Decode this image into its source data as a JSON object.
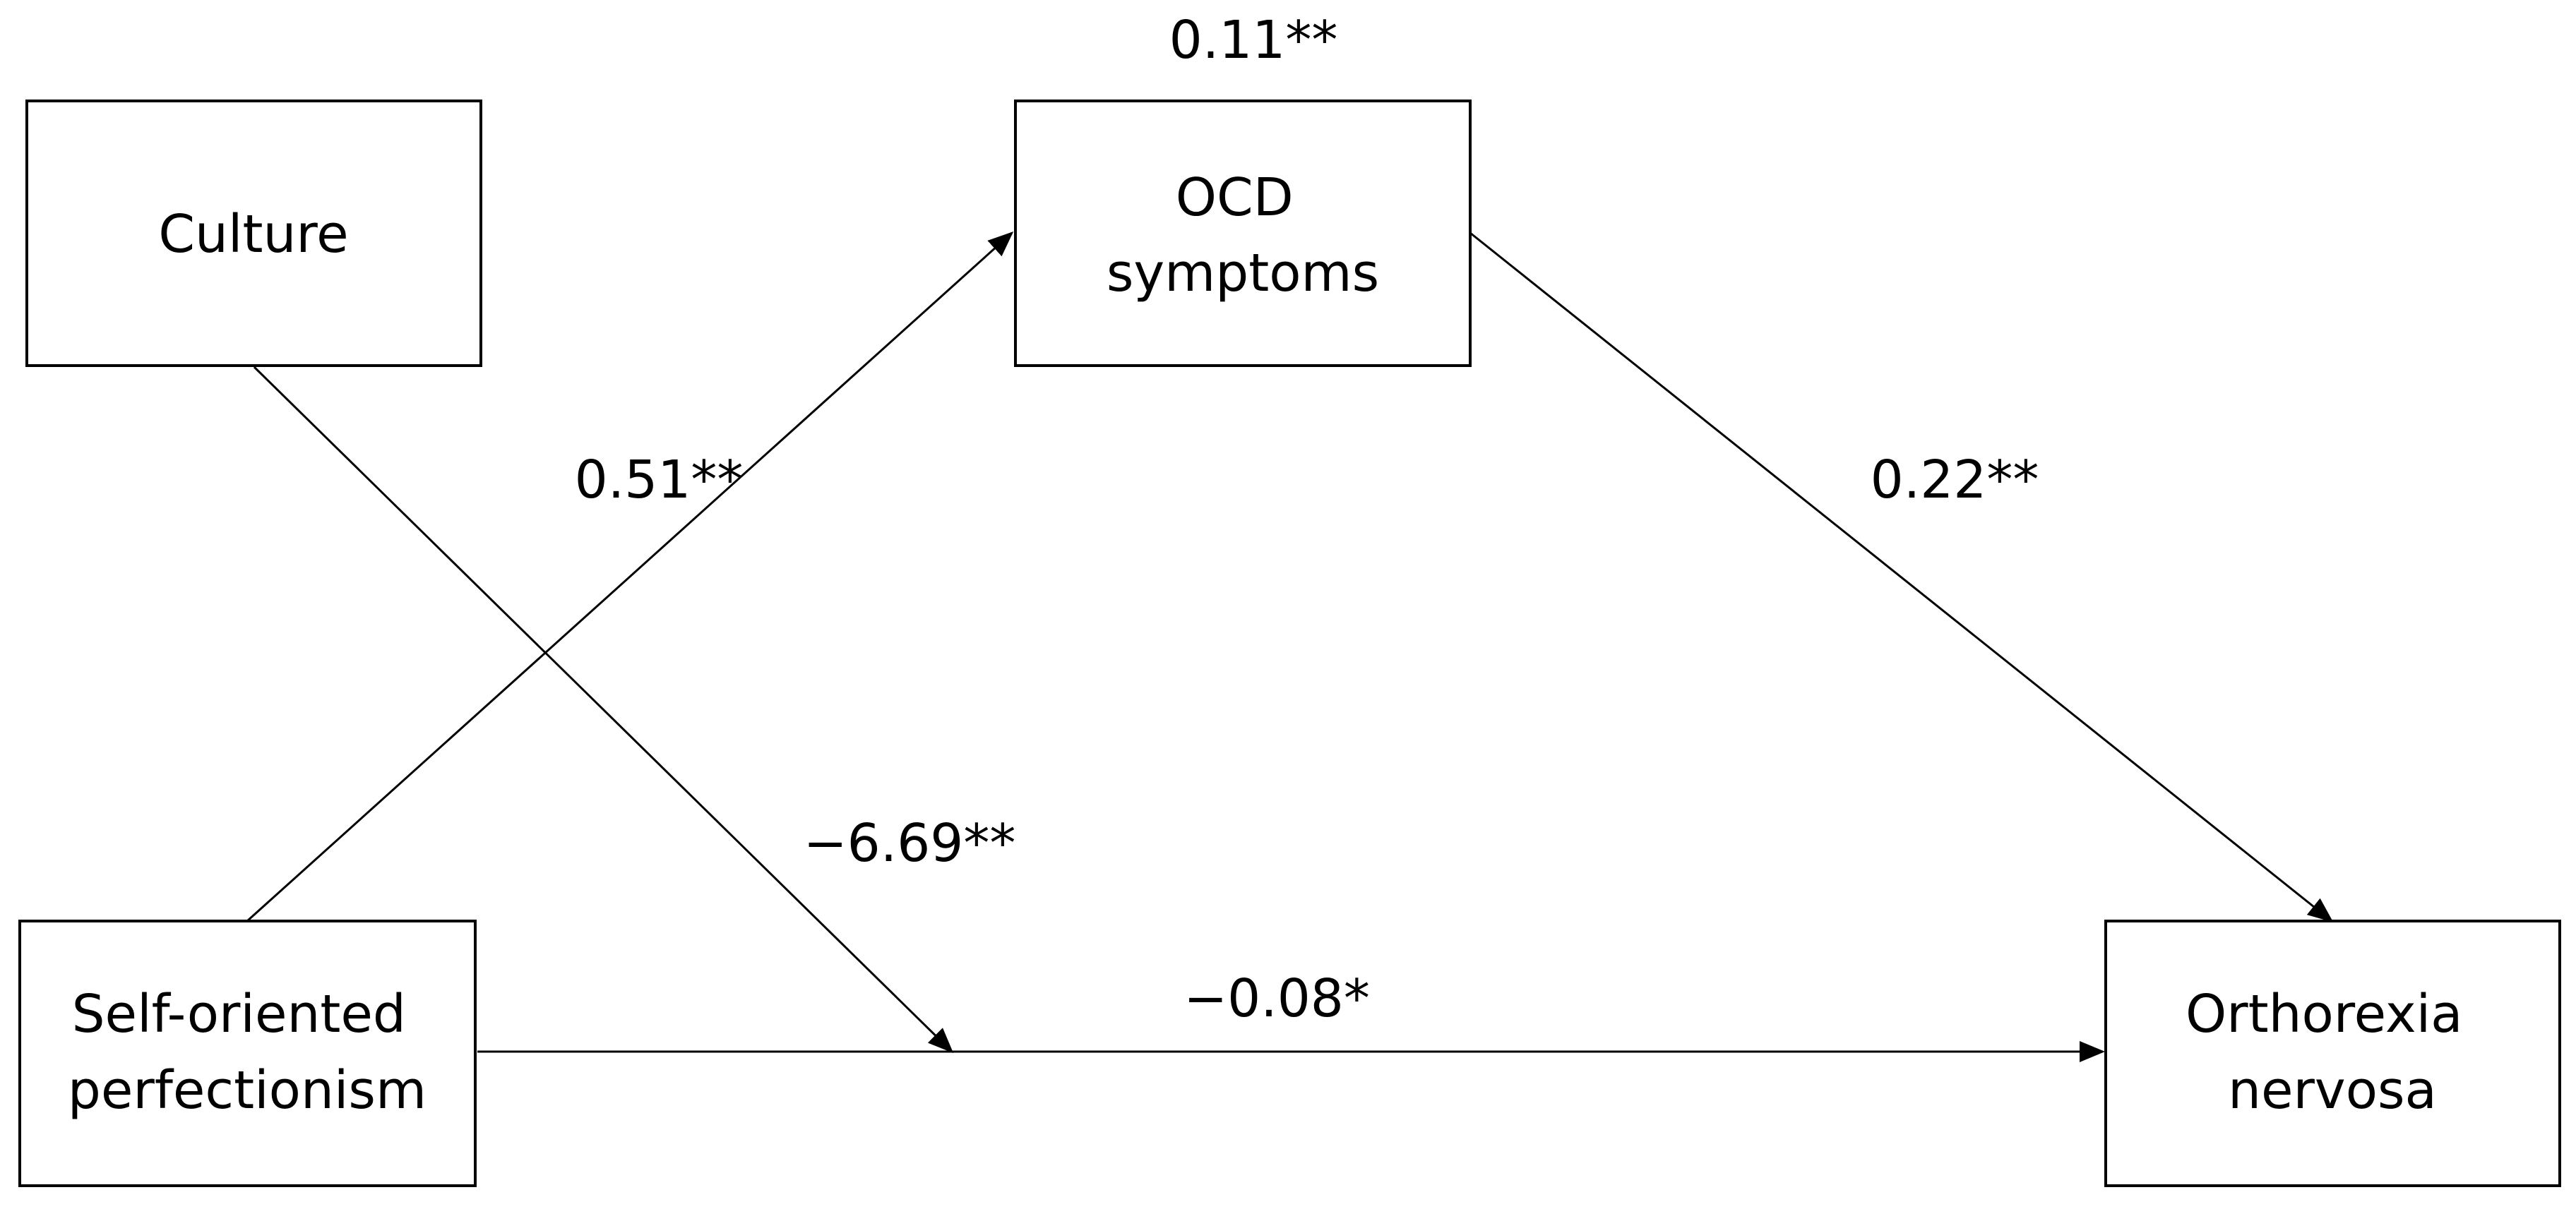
{
  "nodes": {
    "culture": {
      "lines": [
        "Culture"
      ]
    },
    "ocd": {
      "lines": [
        "OCD",
        "symptoms"
      ]
    },
    "self_oriented": {
      "lines": [
        "Self-oriented",
        "perfectionism"
      ]
    },
    "orthorexia": {
      "lines": [
        "Orthorexia",
        "nervosa"
      ]
    }
  },
  "edges": {
    "self_to_ocd": "0.51**",
    "ocd_to_orthorexia": "0.22**",
    "self_to_orthorexia": "−0.08*",
    "culture_moderation": "−6.69**"
  },
  "annotations": {
    "ocd_r2": "0.11**"
  },
  "colors": {
    "stroke": "#000000",
    "background": "#ffffff"
  }
}
